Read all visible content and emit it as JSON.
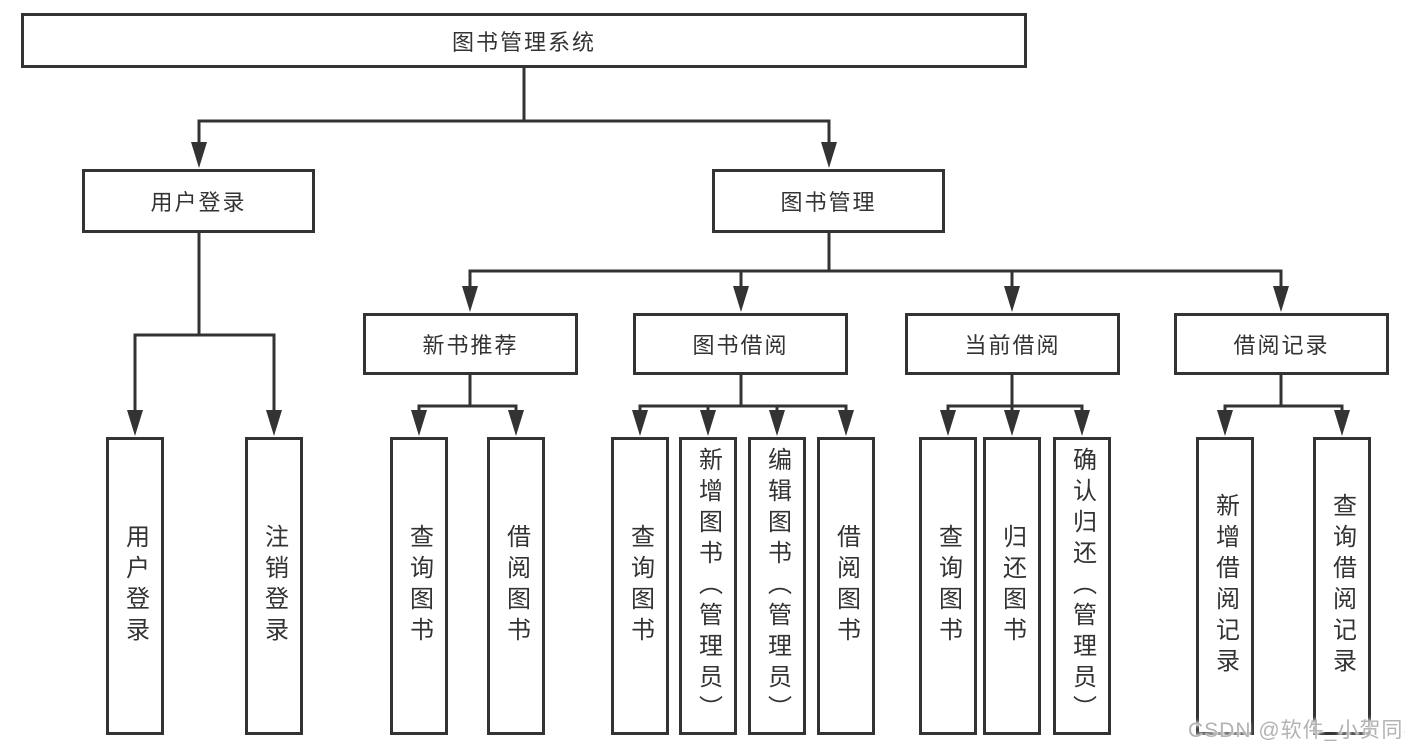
{
  "root": {
    "label": "图书管理系统",
    "children": [
      {
        "label": "用户登录",
        "children": [
          {
            "label": "用户登录"
          },
          {
            "label": "注销登录"
          }
        ]
      },
      {
        "label": "图书管理",
        "children": [
          {
            "label": "新书推荐",
            "children": [
              {
                "label": "查询图书"
              },
              {
                "label": "借阅图书"
              }
            ]
          },
          {
            "label": "图书借阅",
            "children": [
              {
                "label": "查询图书"
              },
              {
                "label": "新增图书（管理员）"
              },
              {
                "label": "编辑图书（管理员）"
              },
              {
                "label": "借阅图书"
              }
            ]
          },
          {
            "label": "当前借阅",
            "children": [
              {
                "label": "查询图书"
              },
              {
                "label": "归还图书"
              },
              {
                "label": "确认归还（管理员）"
              }
            ]
          },
          {
            "label": "借阅记录",
            "children": [
              {
                "label": "新增借阅记录"
              },
              {
                "label": "查询借阅记录"
              }
            ]
          }
        ]
      }
    ]
  },
  "watermark": {
    "text": "CSDN @软件_小贺同学"
  },
  "colors": {
    "line": "#333333",
    "box_border": "#333333",
    "box_background": "#ffffff",
    "text": "#333333",
    "watermark_text": "#b3b3b3",
    "background": "#ffffff"
  }
}
